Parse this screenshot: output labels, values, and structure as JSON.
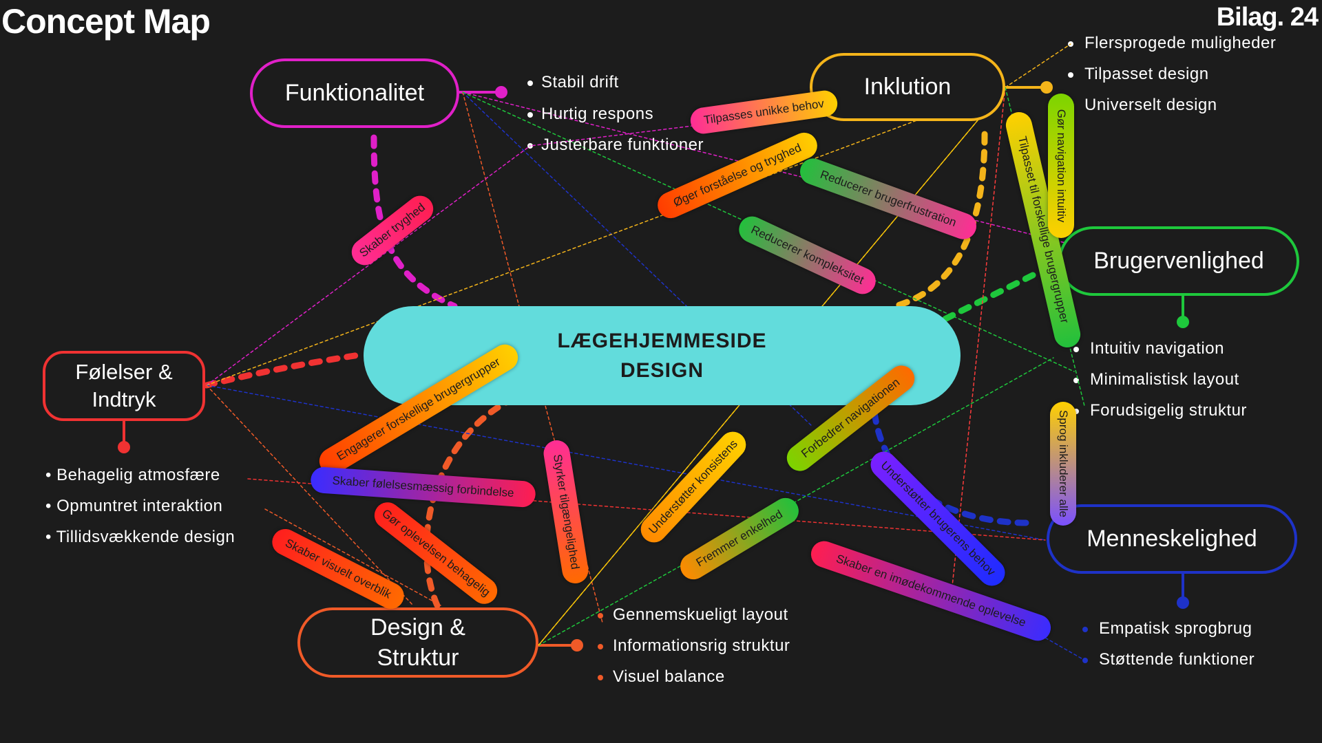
{
  "header": {
    "title": "Concept Map",
    "appendix": "Bilag. 24"
  },
  "center": {
    "line1": "LÆGEHJEMMESIDE",
    "line2": "DESIGN",
    "color": "#62dcdc"
  },
  "nodes": {
    "funktionalitet": {
      "label": "Funktionalitet",
      "color": "#e020c8",
      "items": [
        "Stabil drift",
        "Hurtig respons",
        "Justerbare funktioner"
      ]
    },
    "inklution": {
      "label": "Inklution",
      "color": "#f4b41a",
      "items": [
        "Flersprogede muligheder",
        "Tilpasset design",
        "Universelt design"
      ]
    },
    "brugervenlighed": {
      "label": "Brugervenlighed",
      "color": "#1ec83c",
      "items": [
        "Intuitiv navigation",
        "Minimalistisk layout",
        "Forudsigelig struktur"
      ]
    },
    "menneskelighed": {
      "label": "Menneskelighed",
      "color": "#1e32c8",
      "items": [
        "Empatisk sprogbrug",
        "Støttende funktioner"
      ]
    },
    "design_struktur": {
      "label_line1": "Design &",
      "label_line2": "Struktur",
      "color": "#f05a28",
      "items": [
        "Gennemskueligt layout",
        "Informationsrig struktur",
        "Visuel balance"
      ]
    },
    "folelser": {
      "label_line1": "Følelser &",
      "label_line2": "Indtryk",
      "color": "#f03232",
      "items": [
        "Behagelig atmosfære",
        "Opmuntret interaktion",
        "Tillidsvækkende design"
      ]
    }
  },
  "links": [
    "Tilpasses unikke behov",
    "Øger forståelse og tryghed",
    "Reducerer brugerfrustration",
    "Reducerer kompleksitet",
    "Skaber tryghed",
    "Tilpasset til forskellige brugergrupper",
    "Gør navigation intuitiv",
    "Sprog inkluderer alle",
    "Engagerer forskellige brugergrupper",
    "Skaber følelsesmæssig forbindelse",
    "Gør oplevelsen behagelig",
    "Skaber visuelt overblik",
    "Styrker tilgængelighed",
    "Understøtter konsistens",
    "Forbedrer navigationen",
    "Fremmer enkelhed",
    "Understøtter brugerens behov",
    "Skaber en imødekommende oplevelse"
  ]
}
